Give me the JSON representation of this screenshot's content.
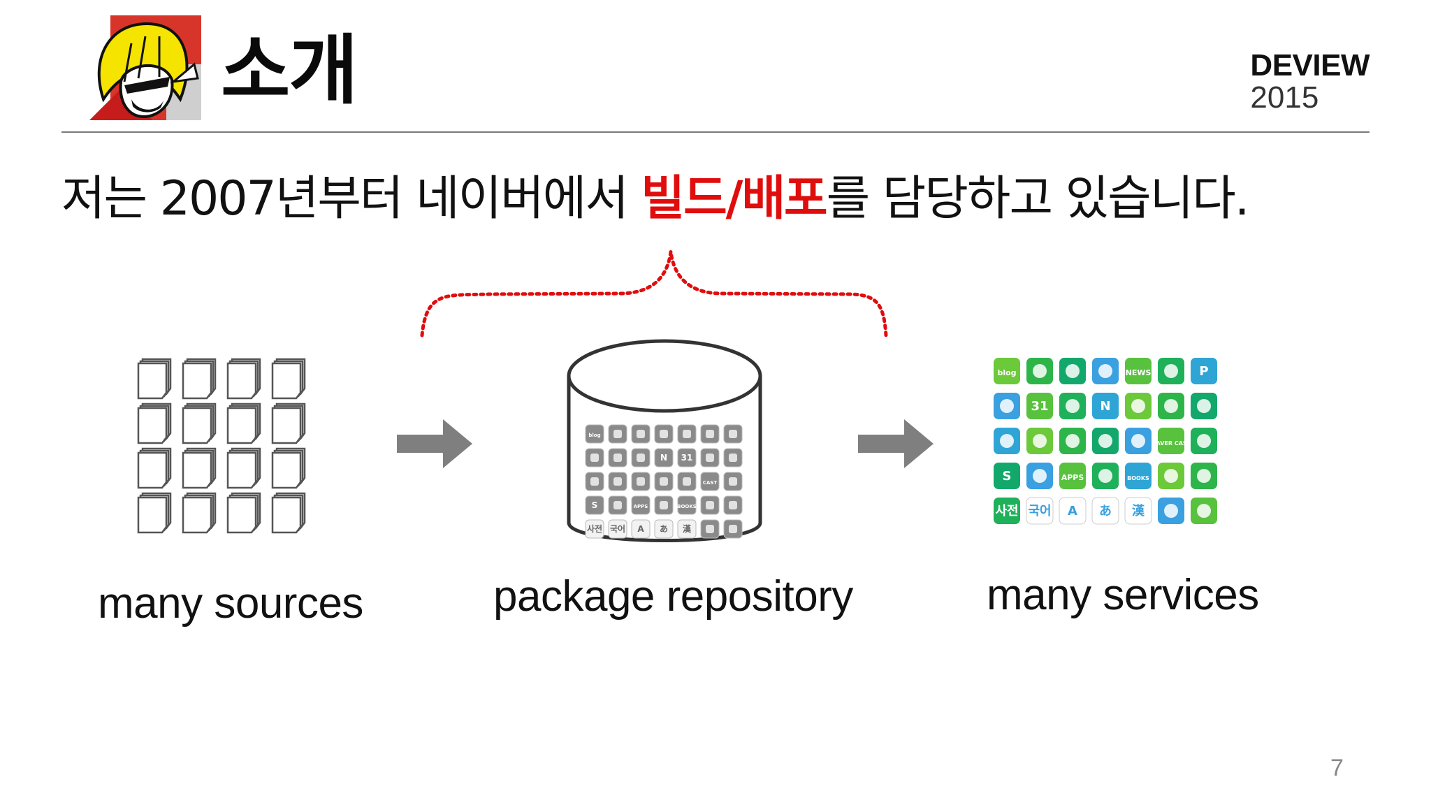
{
  "header": {
    "title": "소개",
    "brand_name": "DEVIEW",
    "brand_year": "2015"
  },
  "headline": {
    "before": "저는 2007년부터 네이버에서 ",
    "highlight": "빌드/배포",
    "after": "를 담당하고 있습니다."
  },
  "diagram": {
    "captions": {
      "sources": "many sources",
      "repository": "package repository",
      "services": "many services"
    },
    "highlight_color": "#e00d0d",
    "arrow_color": "#7f7f7f",
    "repo_icon_labels": [
      "blog",
      "31",
      "N",
      "APPS",
      "BOOKS",
      "CAST",
      "S",
      "사전",
      "국어",
      "A",
      "あ",
      "漢"
    ],
    "service_icon_labels": [
      "blog",
      "NEWS",
      "P",
      "31",
      "N",
      "NAVER CAST",
      "S",
      "APPS",
      "BOOKS",
      "사전",
      "국어",
      "A",
      "あ",
      "漢"
    ]
  },
  "footer": {
    "page_number": "7"
  }
}
